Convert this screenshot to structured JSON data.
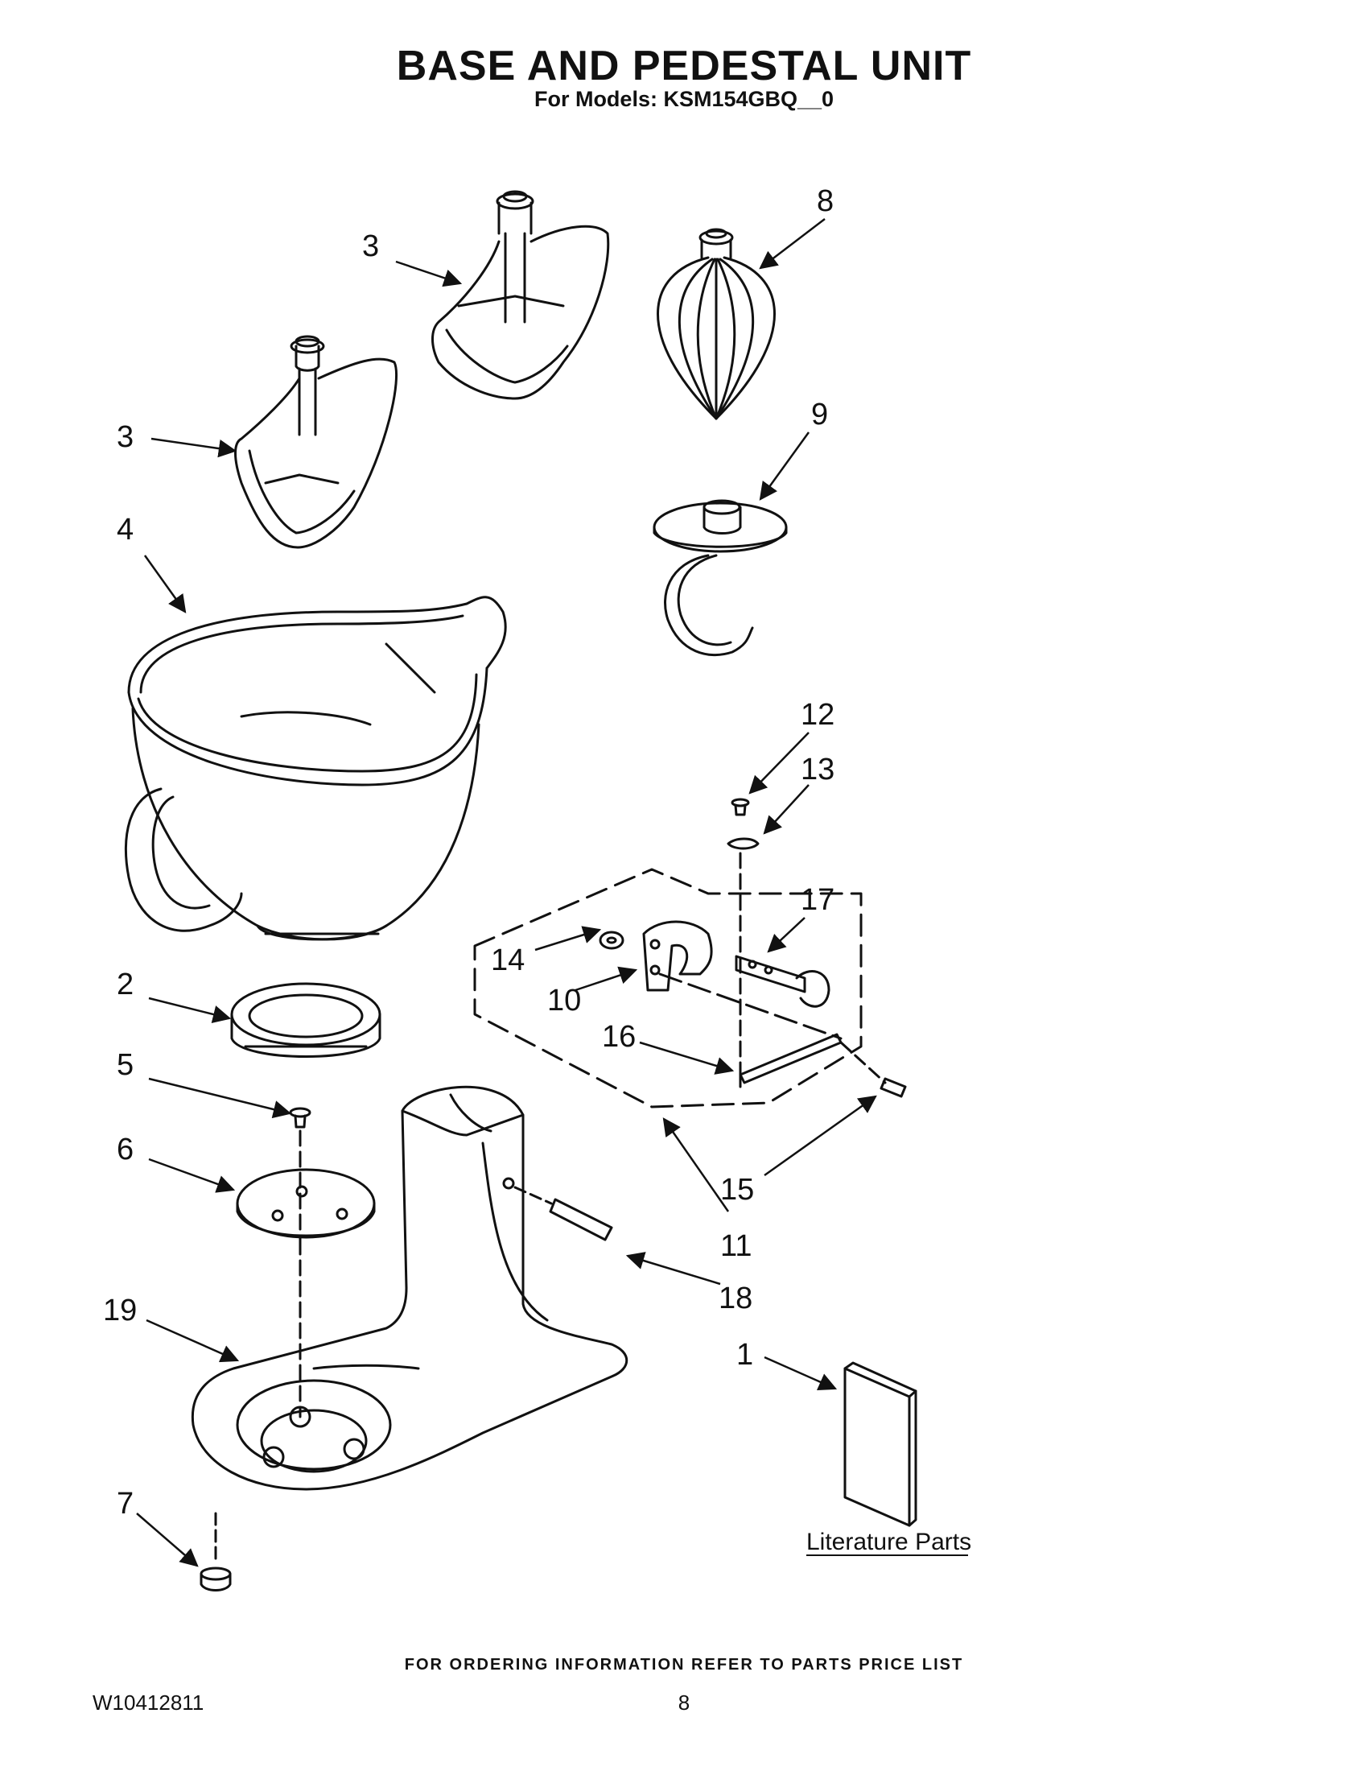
{
  "header": {
    "title": "BASE AND PEDESTAL UNIT",
    "subtitle": "For Models: KSM154GBQ__0"
  },
  "diagram": {
    "callouts": [
      "1",
      "2",
      "3",
      "4",
      "5",
      "6",
      "7",
      "8",
      "9",
      "10",
      "11",
      "12",
      "13",
      "14",
      "15",
      "16",
      "17",
      "18",
      "19"
    ],
    "literature_label": "Literature Parts"
  },
  "footer": {
    "note": "FOR ORDERING INFORMATION REFER TO PARTS PRICE LIST",
    "doc_number": "W10412811",
    "page": "8"
  }
}
